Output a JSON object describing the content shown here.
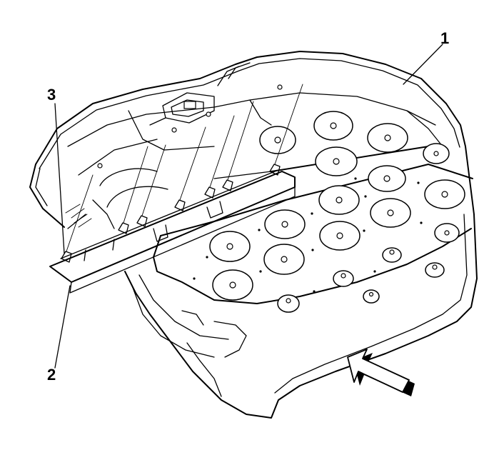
{
  "callouts": {
    "hood_panel": "1",
    "insulator_strip": "2",
    "retainer_clip": "3"
  },
  "colors": {
    "line": "#000000",
    "background": "#ffffff"
  },
  "icons": {
    "view_direction": "arrow-icon"
  }
}
